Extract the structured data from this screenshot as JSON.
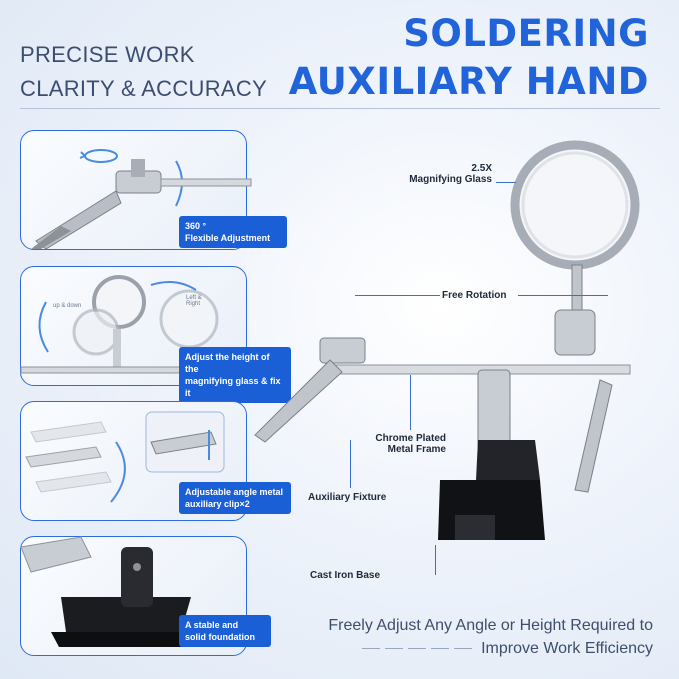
{
  "tagline": {
    "line1": "PRECISE WORK",
    "line2": "CLARITY & ACCURACY"
  },
  "title": {
    "line1": "SOLDERING",
    "line2": "AUXILIARY HAND"
  },
  "panels": [
    {
      "caption_line1": "360 °",
      "caption_line2": "Flexible Adjustment"
    },
    {
      "caption_line1": "Adjust the height of the",
      "caption_line2": "magnifying glass & fix it",
      "label_left": "up & down",
      "label_right": "Left & Right"
    },
    {
      "caption_line1": "Adjustable angle metal",
      "caption_line2": "auxiliary clip×2"
    },
    {
      "caption_line1": "A stable and",
      "caption_line2": "solid foundation"
    }
  ],
  "callouts": {
    "magnifier_line1": "2.5X",
    "magnifier_line2": "Magnifying Glass",
    "rotation": "Free Rotation",
    "frame_line1": "Chrome Plated",
    "frame_line2": "Metal Frame",
    "fixture": "Auxiliary Fixture",
    "base": "Cast Iron Base"
  },
  "bottom": {
    "line1": "Freely Adjust Any Angle or Height Required to",
    "line2": "Improve Work Efficiency"
  },
  "colors": {
    "accent": "#2163d9",
    "panel_border": "#2c6ce0",
    "caption_bg": "#1a5fd6"
  }
}
